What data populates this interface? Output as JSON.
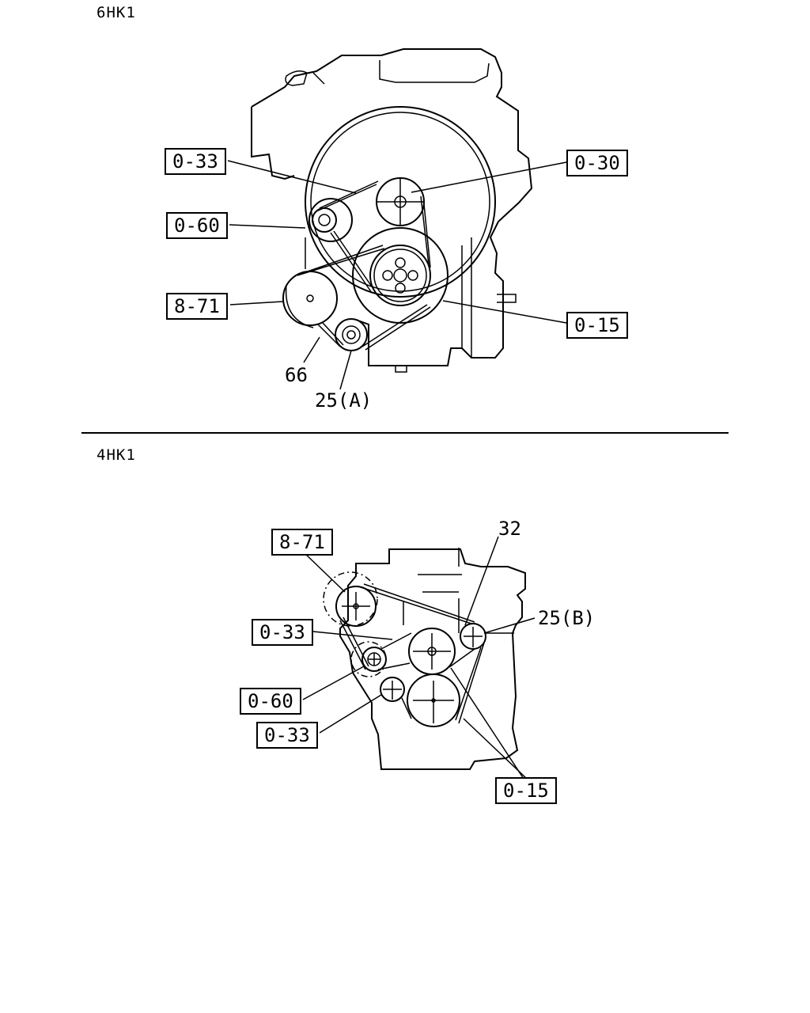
{
  "sections": [
    {
      "title": "6HK1",
      "callouts": [
        {
          "id": "c1",
          "label": "0-33",
          "boxed": true
        },
        {
          "id": "c2",
          "label": "0-30",
          "boxed": true
        },
        {
          "id": "c3",
          "label": "0-60",
          "boxed": true
        },
        {
          "id": "c4",
          "label": "8-71",
          "boxed": true
        },
        {
          "id": "c5",
          "label": "0-15",
          "boxed": true
        },
        {
          "id": "c6",
          "label": "66",
          "boxed": false
        },
        {
          "id": "c7",
          "label": "25(A)",
          "boxed": false
        }
      ]
    },
    {
      "title": "4HK1",
      "callouts": [
        {
          "id": "d1",
          "label": "8-71",
          "boxed": true
        },
        {
          "id": "d2",
          "label": "32",
          "boxed": false
        },
        {
          "id": "d3",
          "label": "25(B)",
          "boxed": false
        },
        {
          "id": "d4",
          "label": "0-33",
          "boxed": true
        },
        {
          "id": "d5",
          "label": "0-60",
          "boxed": true
        },
        {
          "id": "d6",
          "label": "0-33",
          "boxed": true
        },
        {
          "id": "d7",
          "label": "0-15",
          "boxed": true
        }
      ]
    }
  ]
}
